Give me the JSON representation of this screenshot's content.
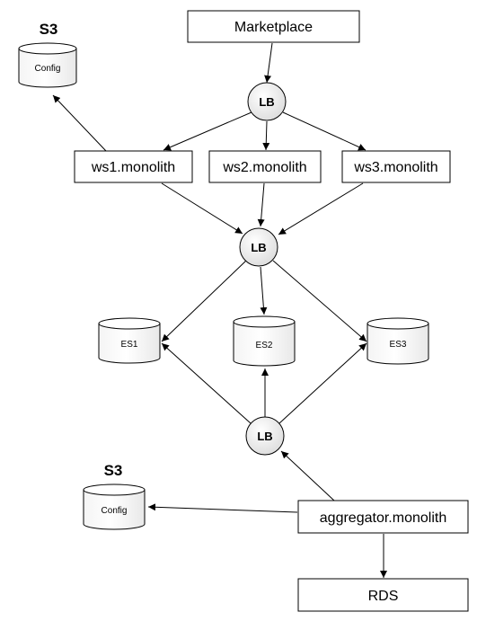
{
  "nodes": {
    "marketplace": "Marketplace",
    "lb_top": "LB",
    "lb_middle": "LB",
    "lb_bottom": "LB",
    "ws1": "ws1.monolith",
    "ws2": "ws2.monolith",
    "ws3": "ws3.monolith",
    "es1": "ES1",
    "es2": "ES2",
    "es3": "ES3",
    "aggregator": "aggregator.monolith",
    "rds": "RDS",
    "s3_top_title": "S3",
    "s3_top_db": "Config",
    "s3_bottom_title": "S3",
    "s3_bottom_db": "Config"
  }
}
